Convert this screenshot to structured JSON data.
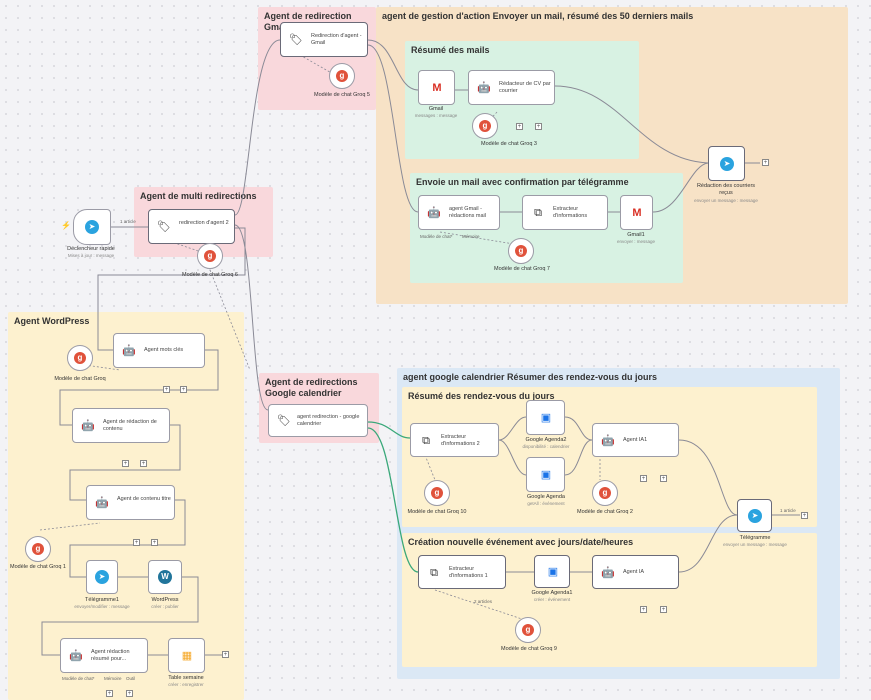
{
  "stickies": {
    "gmail_redirect": "Agent de redirection Gmail",
    "gestion_mail": "agent de gestion d'action Envoyer un mail, résumé des 50 derniers mails",
    "resume_mails": "Résumé des mails",
    "envoi_mail": "Envoie un mail avec confirmation par télégramme",
    "multi_redirect": "Agent de multi redirections",
    "wordpress": "Agent WordPress",
    "gcal_redirect": "Agent de redirections Google calendrier",
    "gcal_agent": "agent google calendrier Résumer des rendez-vous du jours",
    "resume_rdv": "Résumé des rendez-vous du jours",
    "creation_event": "Création nouvelle événement avec jours/date/heures"
  },
  "nodes": {
    "trigger": {
      "label": "Déclencheur rapide",
      "sub": "Mises à jour : message"
    },
    "redirect_agent": {
      "label": "redirection d'agent 2"
    },
    "groq6": {
      "label": "Modèle de chat Groq 6"
    },
    "gmail_redirect": {
      "label": "Redirection d'agent - Gmail"
    },
    "groq5": {
      "label": "Modèle de chat Groq 5"
    },
    "gmail": {
      "label": "Gmail",
      "sub": "messages : message"
    },
    "redacteur_cv": {
      "label": "Rédacteur de CV par courrier"
    },
    "groq3": {
      "label": "Modèle de chat Groq 3"
    },
    "telegram_recu": {
      "label": "Rédaction des courriers reçus",
      "sub": "envoyer un message : message"
    },
    "gmail_agent": {
      "label": "agent Gmail - rédactions mail"
    },
    "extracteur_info": {
      "label": "Extracteur d'informations"
    },
    "gmail1": {
      "label": "Gmail1",
      "sub": "envoyer : message"
    },
    "groq7": {
      "label": "Modèle de chat Groq 7"
    },
    "agent_mots": {
      "label": "Agent mots clés"
    },
    "groq_wp": {
      "label": "Modèle de chat Groq"
    },
    "agent_redaction": {
      "label": "Agent de rédaction de contenu"
    },
    "agent_titre": {
      "label": "Agent de contenu titre"
    },
    "groq1": {
      "label": "Modèle de chat Groq 1"
    },
    "telegram1": {
      "label": "Télégramme1",
      "sub": "envoyer/modifier : message"
    },
    "wordpress": {
      "label": "WordPress",
      "sub": "créer : publier"
    },
    "agent_resume": {
      "label": "Agent rédaction résumé pour..."
    },
    "table": {
      "label": "Table semaine",
      "sub": "créer : enregistrer"
    },
    "gcal_redirect": {
      "label": "agent redirection - google calendrier"
    },
    "extracteur2": {
      "label": "Extracteur d'informations 2"
    },
    "gagenda2": {
      "label": "Google Agenda2",
      "sub": "disponibilité : calendrier"
    },
    "gagenda": {
      "label": "Google Agenda",
      "sub": "getAll : événement"
    },
    "agent_ia1": {
      "label": "Agent IA1"
    },
    "groq10": {
      "label": "Modèle de chat Groq 10"
    },
    "groq2": {
      "label": "Modèle de chat Groq 2"
    },
    "telegram": {
      "label": "Télégramme",
      "sub": "envoyer un message : message"
    },
    "extracteur1": {
      "label": "Extracteur d'informations 1"
    },
    "gagenda1": {
      "label": "Google Agenda1",
      "sub": "créer : événement"
    },
    "agent_ia": {
      "label": "Agent IA"
    },
    "groq9": {
      "label": "Modèle de chat Groq 9"
    }
  },
  "ports": {
    "model": "Modèle de chat*",
    "memory": "Mémoire",
    "tool": "Outil",
    "item": "1 article",
    "items2": "2 articles"
  },
  "icons": {
    "robot": "robot-icon",
    "telegram": "telegram-icon",
    "gmail": "gmail-icon",
    "groq": "groq-icon",
    "extract": "extract-icon",
    "wordpress": "wordpress-icon",
    "calendar": "calendar-icon",
    "table": "table-icon",
    "tag": "tag-icon",
    "bolt": "bolt-icon"
  },
  "colors": {
    "pink": "#f9d8dc",
    "orange": "#f7e2c6",
    "green": "#d8f2e3",
    "blue": "#dbe8f5",
    "yellow": "#fdf1cf",
    "wire": "#8a8a96",
    "active_wire": "#3aa87a"
  }
}
